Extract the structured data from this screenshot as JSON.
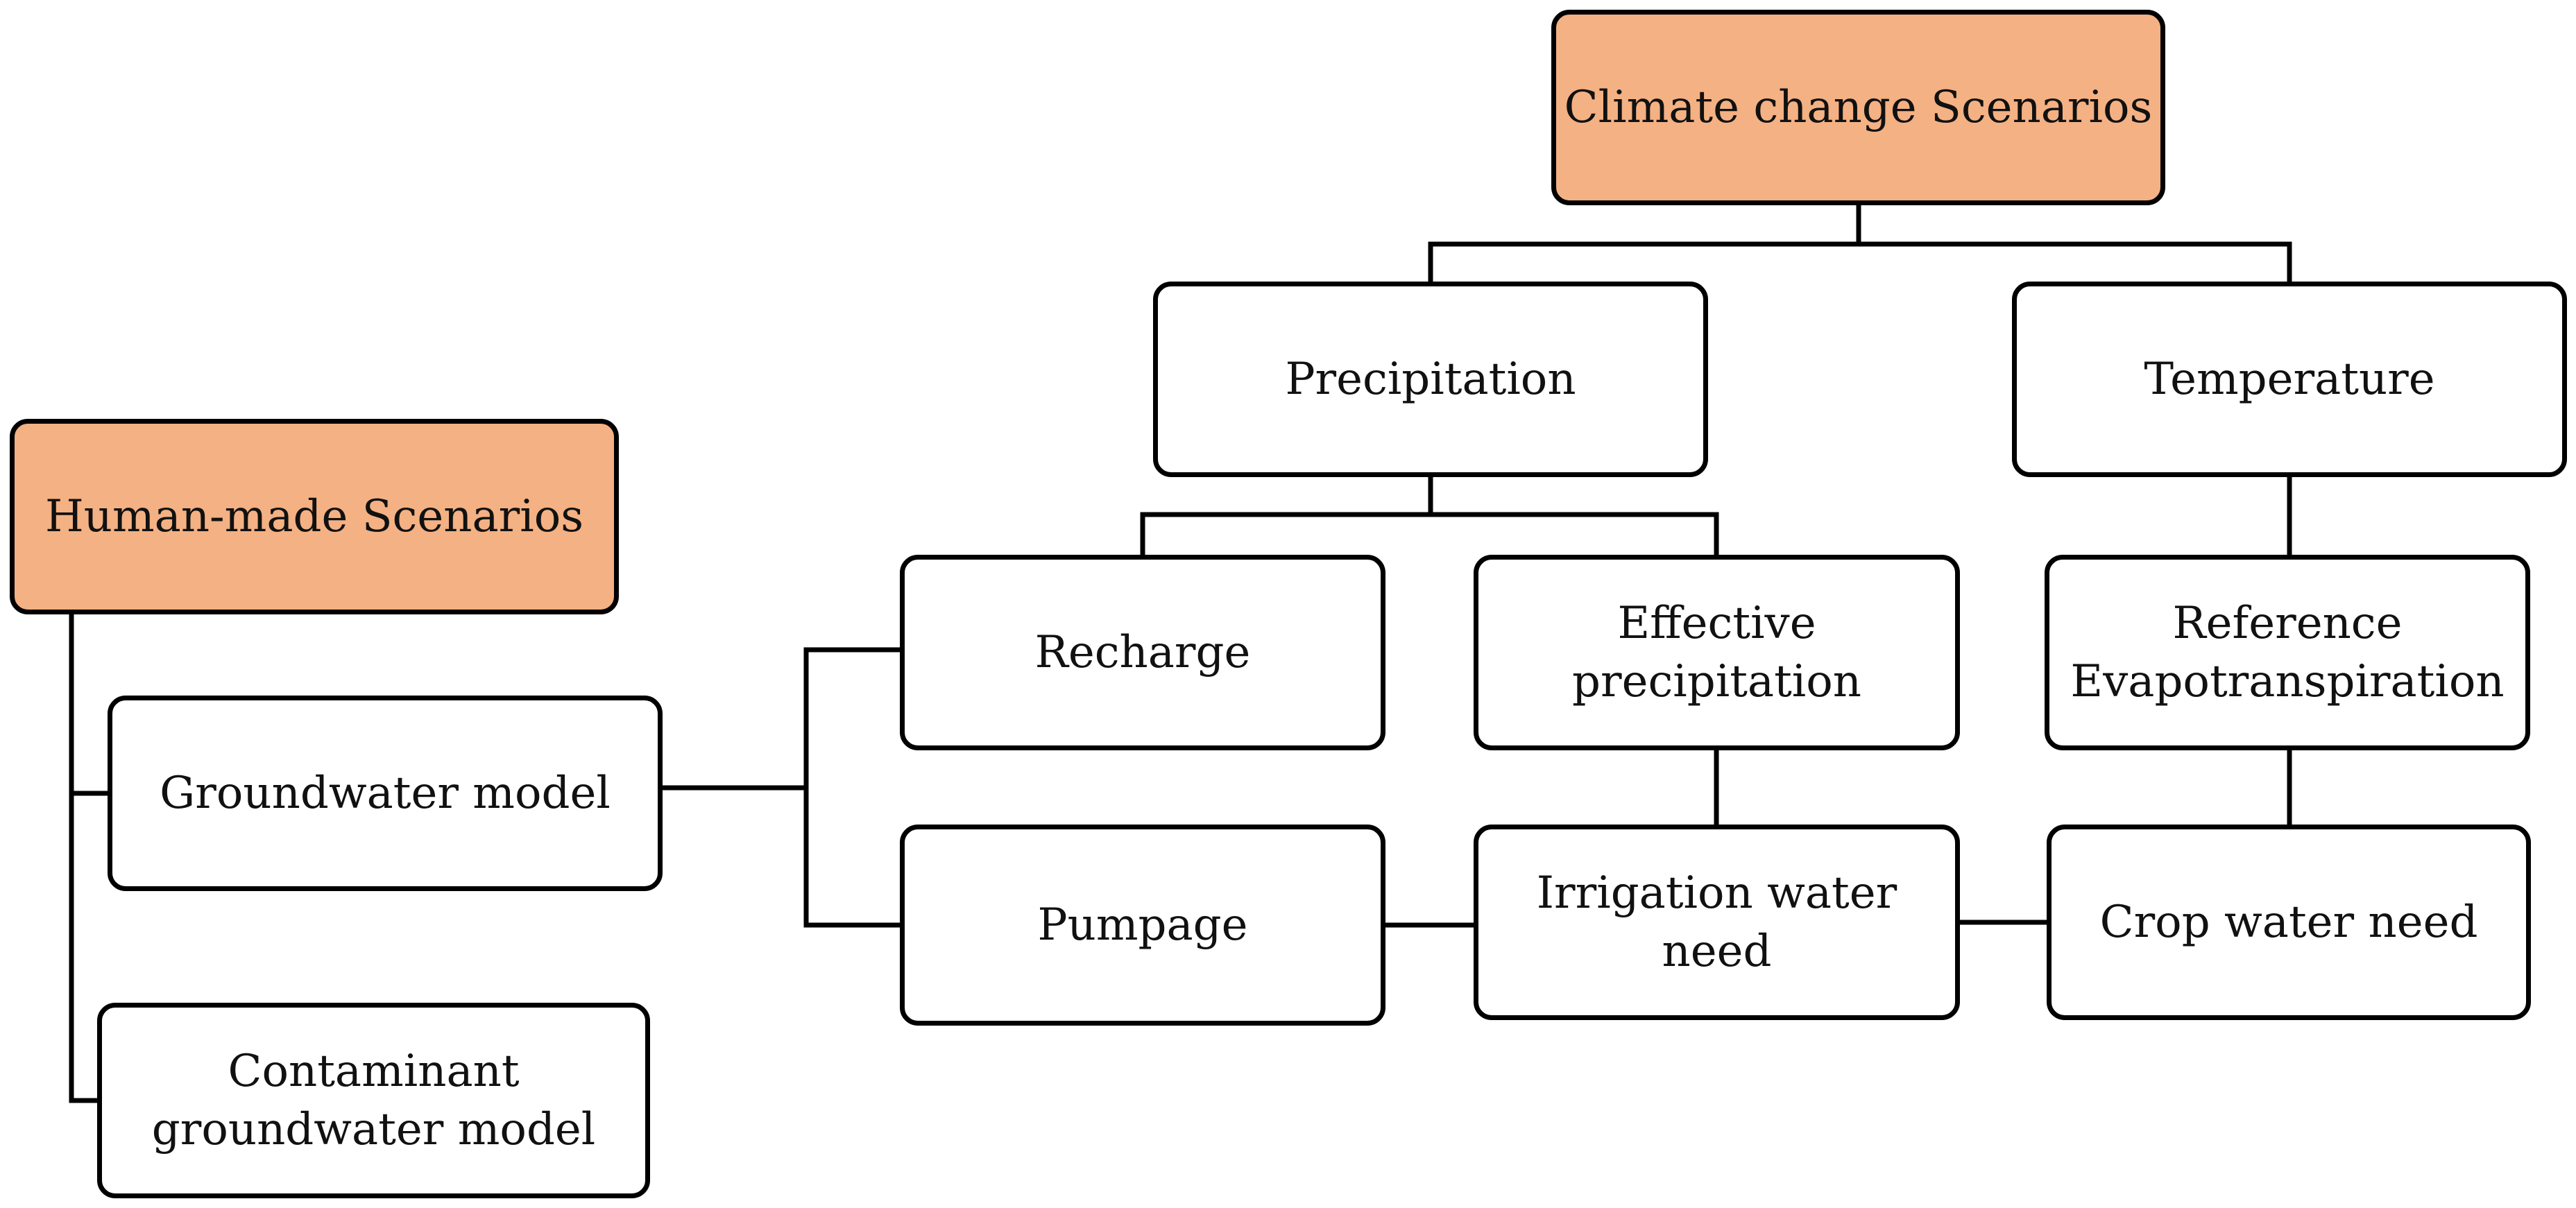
{
  "colors": {
    "scenario_fill": "#f4b183",
    "factor_fill": "#ffffff",
    "stroke": "#000000"
  },
  "nodes": {
    "climate_change_scenarios": "Climate change Scenarios",
    "precipitation": "Precipitation",
    "temperature": "Temperature",
    "human_made_scenarios": "Human-made Scenarios",
    "recharge": "Recharge",
    "effective_precipitation": "Effective\nprecipitation",
    "reference_evapotranspiration": "Reference\nEvapotranspiration",
    "groundwater_model": "Groundwater model",
    "pumpage": "Pumpage",
    "irrigation_water_need": "Irrigation water\nneed",
    "crop_water_need": "Crop water need",
    "contaminant_groundwater_model": "Contaminant\ngroundwater model"
  },
  "edges": [
    {
      "from": "climate_change_scenarios",
      "to": "precipitation"
    },
    {
      "from": "climate_change_scenarios",
      "to": "temperature"
    },
    {
      "from": "precipitation",
      "to": "recharge"
    },
    {
      "from": "precipitation",
      "to": "effective_precipitation"
    },
    {
      "from": "temperature",
      "to": "reference_evapotranspiration"
    },
    {
      "from": "effective_precipitation",
      "to": "irrigation_water_need"
    },
    {
      "from": "reference_evapotranspiration",
      "to": "crop_water_need"
    },
    {
      "from": "crop_water_need",
      "to": "irrigation_water_need"
    },
    {
      "from": "irrigation_water_need",
      "to": "pumpage"
    },
    {
      "from": "recharge",
      "to": "groundwater_model"
    },
    {
      "from": "pumpage",
      "to": "groundwater_model"
    },
    {
      "from": "human_made_scenarios",
      "to": "groundwater_model"
    },
    {
      "from": "human_made_scenarios",
      "to": "contaminant_groundwater_model"
    }
  ]
}
